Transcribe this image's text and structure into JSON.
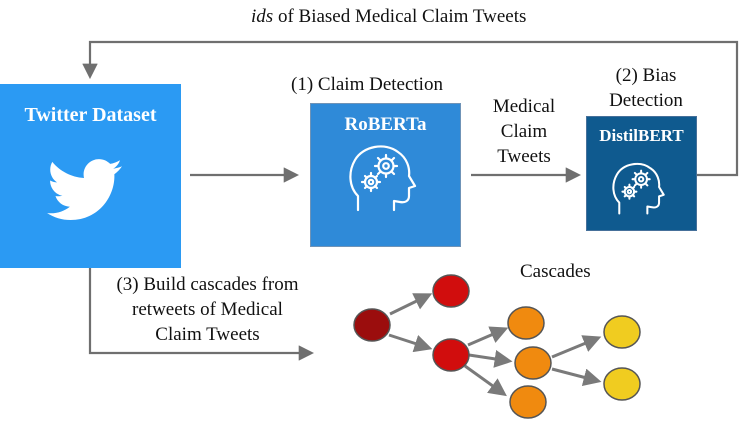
{
  "top_loop_label": {
    "italic_part": "ids",
    "rest": " of Biased Medical Claim Tweets"
  },
  "twitter_box": {
    "title": "Twitter Dataset",
    "icon": "twitter-bird-icon",
    "color": "#2b9af3"
  },
  "claim_detection": {
    "step_label": "(1) Claim Detection",
    "model": "RoBERTa",
    "icon": "head-gears-icon",
    "color": "#2f8ad8"
  },
  "medical_claim_tweets_label": [
    "Medical",
    "Claim",
    "Tweets"
  ],
  "bias_detection": {
    "step_label": [
      "(2) Bias",
      "Detection"
    ],
    "model": "DistilBERT",
    "icon": "head-gears-icon",
    "color": "#0f5a8f"
  },
  "cascade_step_label": [
    "(3) Build cascades from",
    "retweets of Medical",
    "Claim Tweets"
  ],
  "cascades_label": "Cascades",
  "cascade_colors": {
    "root": "#9b0d0d",
    "level1": "#d10d0d",
    "level2": "#f08a0f",
    "level3": "#f0cc20",
    "edge": "#7a7a7a",
    "arrow": "#6f6f6f"
  }
}
